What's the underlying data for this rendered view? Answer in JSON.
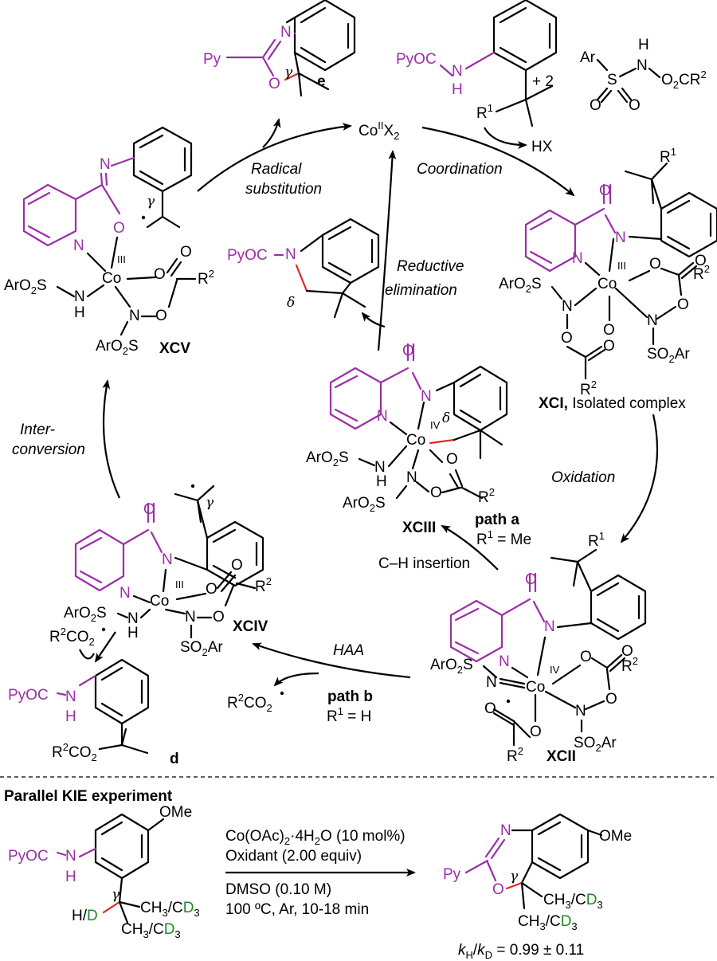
{
  "catalyst": {
    "label_main": "Co",
    "label_sup": "II",
    "label_x": "X",
    "label_sub": "2"
  },
  "byproduct_hx": "HX",
  "reagent": {
    "multiplier": "+ 2",
    "pyoc": "PyOC",
    "nh_n": "N",
    "nh_h": "H",
    "r1": "R",
    "r1_sup": "1",
    "ar": "Ar",
    "s": "S",
    "o1": "O",
    "o2": "O",
    "n": "N",
    "h": "H",
    "o2cr2": "O",
    "o2_sub": "2",
    "cr": "CR",
    "cr_sup": "2"
  },
  "steps": {
    "coordination": "Coordination",
    "oxidation": "Oxidation",
    "ch_insertion": "C–H insertion",
    "path_a": "path a",
    "path_a_cond": "R",
    "path_a_cond_sup": "1",
    "path_a_cond_end": " = Me",
    "reductive_1": "Reductive",
    "reductive_2": "elimination",
    "radical_1": "Radical",
    "radical_2": "substitution",
    "inter_1": "Inter-",
    "inter_2": "conversion",
    "haa": "HAA",
    "path_b": "path b",
    "path_b_cond": "R",
    "path_b_cond_sup": "1",
    "path_b_cond_end": " = H"
  },
  "compounds": {
    "xci": "XCI,",
    "xci_note": " Isolated complex",
    "xcii": "XCII",
    "xciii": "XCIII",
    "xciv": "XCIV",
    "xcv": "XCV",
    "d": "d",
    "e": "e"
  },
  "atoms": {
    "co": "Co",
    "n": "N",
    "o": "O",
    "h": "H",
    "s": "S",
    "iii": "III",
    "iv": "IV",
    "aro2s": "ArO",
    "aro2s_sub": "2",
    "aro2s_end": "S",
    "so2ar": "SO",
    "so2ar_sub": "2",
    "so2ar_end": "Ar",
    "r2": "R",
    "r2_sup": "2",
    "r1": "R",
    "r1_sup": "1",
    "py": "Py",
    "pyoc": "PyOC",
    "gamma": "γ",
    "delta": "δ",
    "r2co2": "R",
    "r2co2_sup": "2",
    "r2co2_mid": "CO",
    "r2co2_sub": "2",
    "r2co2_d": "R",
    "r2co2_d_sup": "2",
    "r2co2_d_mid": "CO",
    "r2co2_d_sub": "2"
  },
  "kie": {
    "title": "Parallel KIE experiment",
    "cond1_a": "Co(OAc)",
    "cond1_sub": "2",
    "cond1_b": "·4H",
    "cond1_sub2": "2",
    "cond1_c": "O (10 mol%)",
    "cond2": "Oxidant (2.00 equiv)",
    "cond3": "DMSO (0.10 M)",
    "cond4": "100 ºC, Ar, 10-18 min",
    "ome": "OMe",
    "hd_h": "H/",
    "hd_d": "D",
    "ch3_a": "CH",
    "ch3_sub": "3",
    "ch3_slash": "/C",
    "ch3_d": "D",
    "ch3_dsub": "3",
    "kh": "k",
    "kh_sub": "H",
    "kd_slash": "/",
    "kd": "k",
    "kd_sub": "D",
    "kie_val": " = 0.99 ± 0.11"
  },
  "colors": {
    "purple": "#9b2fa7",
    "red": "#e3262b",
    "green": "#1f8a23"
  }
}
